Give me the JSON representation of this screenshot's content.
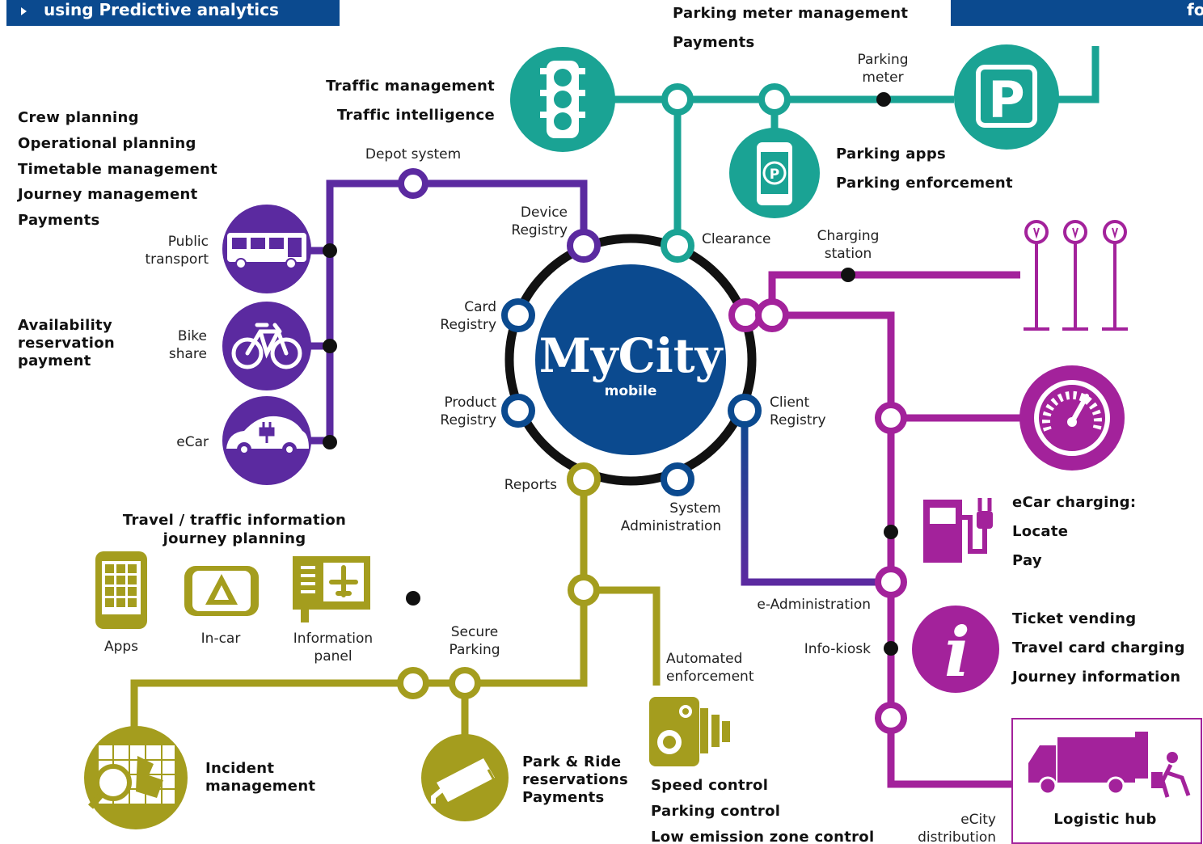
{
  "header": {
    "left_banner": "using Predictive analytics",
    "right_banner": "fo"
  },
  "hub": {
    "title": "MyCity",
    "subtitle": "mobile"
  },
  "colors": {
    "navy": "#0b4a8f",
    "teal": "#1aa394",
    "purple": "#5b2aa0",
    "olive": "#a49d1e",
    "magenta": "#a3229b",
    "black": "#111111"
  },
  "icons": {
    "traffic": "traffic-light-icon",
    "parking": "parking-sign-icon",
    "parking_app": "phone-parking-icon",
    "bus": "bus-icon",
    "bike": "bicycle-icon",
    "ecar": "electric-car-icon",
    "gauge": "gauge-icon",
    "fuel": "charging-pump-icon",
    "info": "info-icon",
    "truck": "truck-icon",
    "map": "map-magnifier-icon",
    "cctv": "cctv-camera-icon",
    "speedcam": "speed-camera-icon",
    "apps": "phone-apps-icon",
    "incar": "in-car-navigation-icon",
    "panel": "flight-information-panel-icon",
    "streetlights": "charging-posts-icon"
  },
  "stations": {
    "depot_system": "Depot system",
    "device_registry": [
      "Device",
      "Registry"
    ],
    "card_registry": [
      "Card",
      "Registry"
    ],
    "product_registry": [
      "Product",
      "Registry"
    ],
    "reports": "Reports",
    "system_administration": [
      "System",
      "Administration"
    ],
    "client_registry": [
      "Client",
      "Registry"
    ],
    "clearance": "Clearance",
    "charging_station": [
      "Charging",
      "station"
    ],
    "parking_meter": [
      "Parking",
      "meter"
    ],
    "public_transport": [
      "Public",
      "transport"
    ],
    "bike_share": [
      "Bike",
      "share"
    ],
    "ecar": "eCar",
    "secure_parking": [
      "Secure",
      "Parking"
    ],
    "automated_enforcement": [
      "Automated",
      "enforcement"
    ],
    "e_administration": "e-Administration",
    "info_kiosk": "Info-kiosk",
    "ecity_distribution": [
      "eCity",
      "distribution"
    ],
    "apps": "Apps",
    "in_car": "In-car",
    "information_panel": [
      "Information",
      "panel"
    ]
  },
  "groups": {
    "parking_top": [
      "Parking meter management",
      "Payments"
    ],
    "traffic": [
      "Traffic management",
      "Traffic intelligence"
    ],
    "transport_planning": [
      "Crew planning",
      "Operational planning",
      "Timetable management",
      "Journey management",
      "Payments"
    ],
    "availability": [
      "Availability",
      "reservation",
      "payment"
    ],
    "parking_apps": [
      "Parking apps",
      "Parking enforcement"
    ],
    "ecar_charging": [
      "eCar charging:",
      "Locate",
      "Pay"
    ],
    "ticketing": [
      "Ticket vending",
      "Travel card charging",
      "Journey information"
    ],
    "travel_info": [
      "Travel  / traffic information",
      "journey planning"
    ],
    "incident": [
      "Incident",
      "management"
    ],
    "park_ride": [
      "Park & Ride",
      "reservations",
      "Payments"
    ],
    "enforcement": [
      "Speed control",
      "Parking control",
      "Low emission zone control"
    ],
    "logistic_hub": "Logistic hub"
  }
}
